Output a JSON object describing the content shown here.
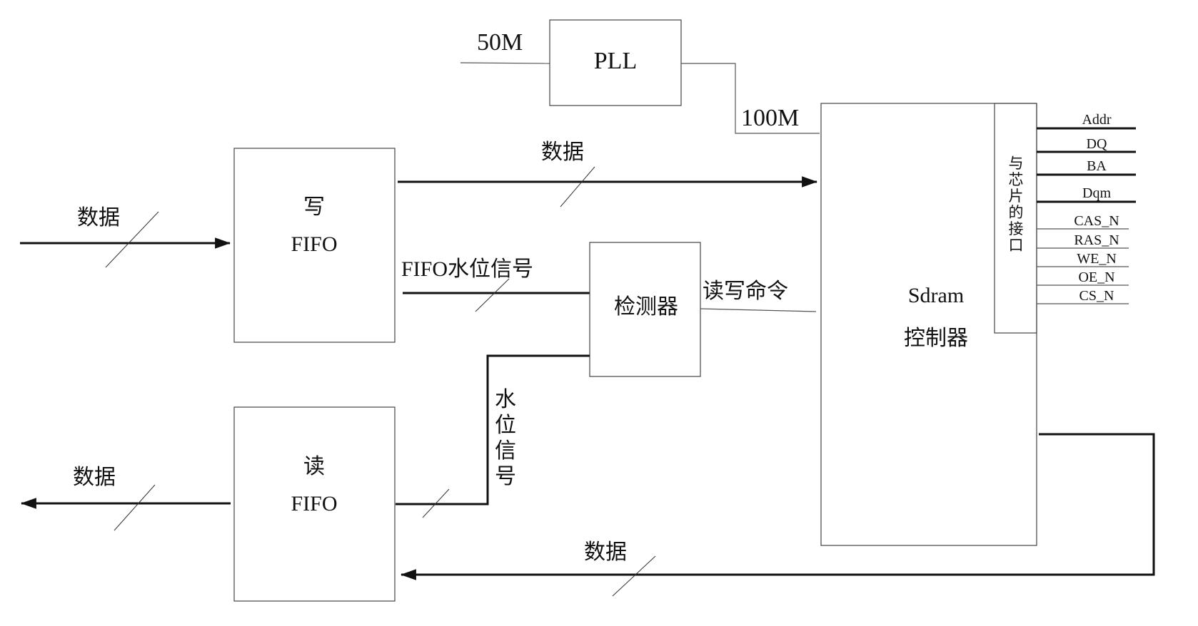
{
  "clocks": {
    "input": "50M",
    "output": "100M"
  },
  "blocks": {
    "pll": "PLL",
    "write_fifo": [
      "写",
      "FIFO"
    ],
    "read_fifo": [
      "读",
      "FIFO"
    ],
    "detector": "检测器",
    "sdram_controller": [
      "Sdram",
      "控制器"
    ],
    "chip_interface": [
      "与",
      "芯",
      "片",
      "的",
      "接",
      "口"
    ]
  },
  "signals": {
    "data_in": "数据",
    "data_write_to_ctrl": "数据",
    "fifo_level": "FIFO水位信号",
    "rw_command": "读写命令",
    "water_level_vertical": [
      "水",
      "位",
      "信",
      "号"
    ],
    "data_out": "数据",
    "data_read_from_ctrl": "数据"
  },
  "sdram_pins": [
    "Addr",
    "DQ",
    "BA",
    "Dqm",
    "CAS_N",
    "RAS_N",
    "WE_N",
    "OE_N",
    "CS_N"
  ]
}
